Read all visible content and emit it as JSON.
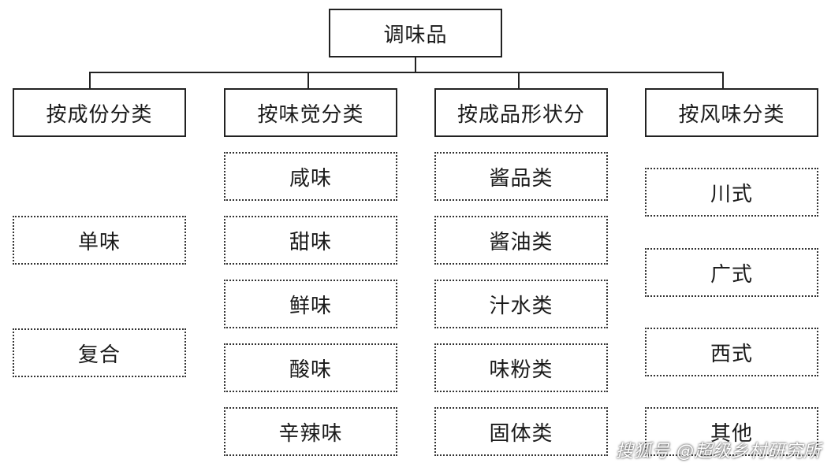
{
  "root": {
    "label": "调味品"
  },
  "categories": [
    {
      "label": "按成份分类",
      "items": [
        "单味",
        "复合"
      ]
    },
    {
      "label": "按味觉分类",
      "items": [
        "咸味",
        "甜味",
        "鲜味",
        "酸味",
        "辛辣味"
      ]
    },
    {
      "label": "按成品形状分",
      "items": [
        "酱品类",
        "酱油类",
        "汁水类",
        "味粉类",
        "固体类"
      ]
    },
    {
      "label": "按风味分类",
      "items": [
        "川式",
        "广式",
        "西式",
        "其他"
      ]
    }
  ],
  "watermark": "搜狐号 @超级乡村研究所"
}
